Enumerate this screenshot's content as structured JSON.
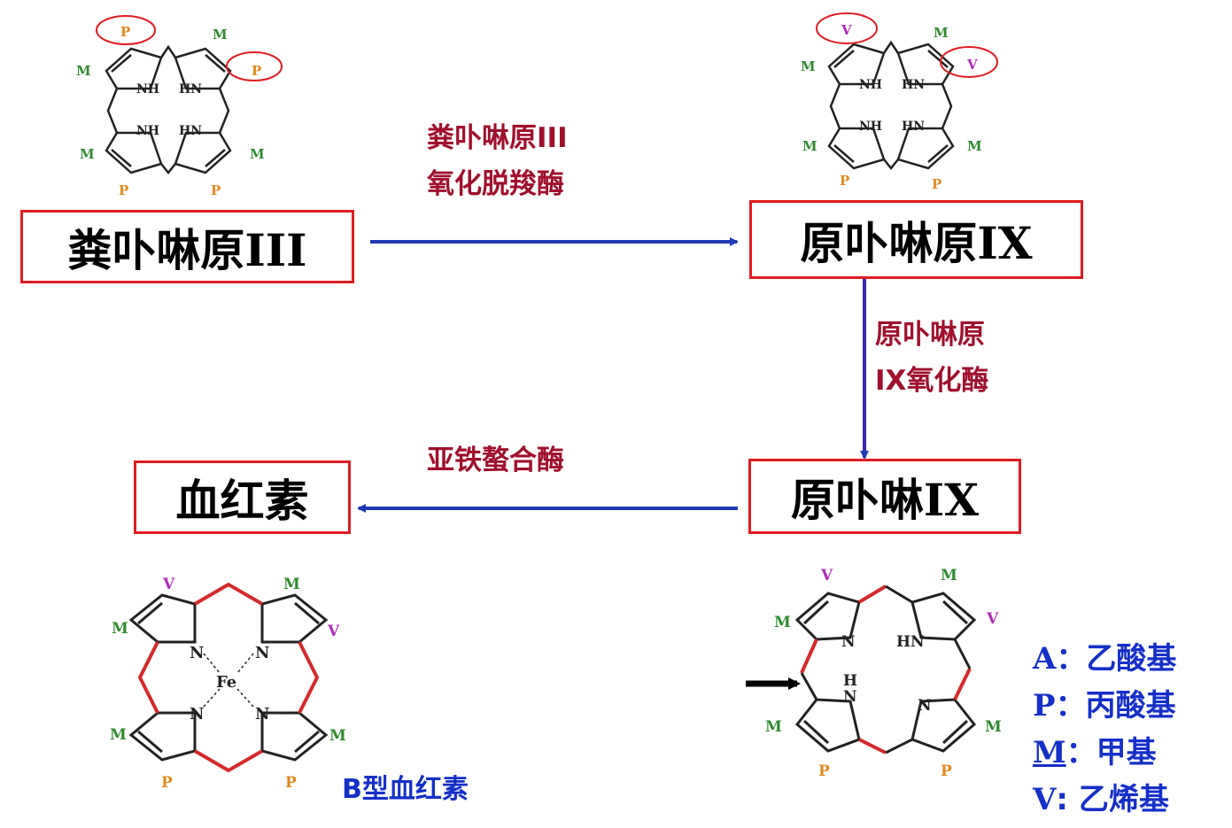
{
  "nodes": {
    "coproporphyrinogen": "粪卟啉原III",
    "protoporphyrinogen": "原卟啉原IX",
    "protoporphyrin": "原卟啉IX",
    "heme": "血红素"
  },
  "enzymes": {
    "copro_oxidase": [
      "粪卟啉原III",
      "氧化脱羧酶"
    ],
    "proto_oxidase": [
      "原卟啉原",
      "IX氧化酶"
    ],
    "ferrochelatase": "亚铁螯合酶"
  },
  "structure_labels": {
    "copro": [
      "P",
      "M",
      "P",
      "M",
      "M",
      "P",
      "P",
      "M"
    ],
    "protogen": [
      "V",
      "M",
      "V",
      "M",
      "M",
      "P",
      "P",
      "M"
    ],
    "heme": [
      "V",
      "M",
      "V",
      "M",
      "M",
      "P",
      "P",
      "M"
    ],
    "proto": [
      "V",
      "M",
      "V",
      "M",
      "M",
      "P",
      "P",
      "M"
    ]
  },
  "ring_atoms": {
    "nh": "NH",
    "hn": "HN",
    "n": "N",
    "fe": "Fe",
    "h": "H"
  },
  "caption": "B型血红素",
  "legend": [
    {
      "key": "A",
      "sep": "：",
      "value": "乙酸基"
    },
    {
      "key": "P",
      "sep": "：",
      "value": "丙酸基"
    },
    {
      "key": "M",
      "sep": "：",
      "value": "甲基"
    },
    {
      "key": "V",
      "sep": ": ",
      "value": "乙烯基"
    }
  ],
  "colors": {
    "box_border": "#e01b22",
    "enzyme_text": "#a0102c",
    "arrow": "#1f3bb3",
    "legend_text": "#1530c8",
    "label_P": "#e08a1e",
    "label_M": "#2e8b2e",
    "label_V": "#b02ab8",
    "double_bond": "#d42a2a",
    "highlight_circle": "#e01b22"
  }
}
